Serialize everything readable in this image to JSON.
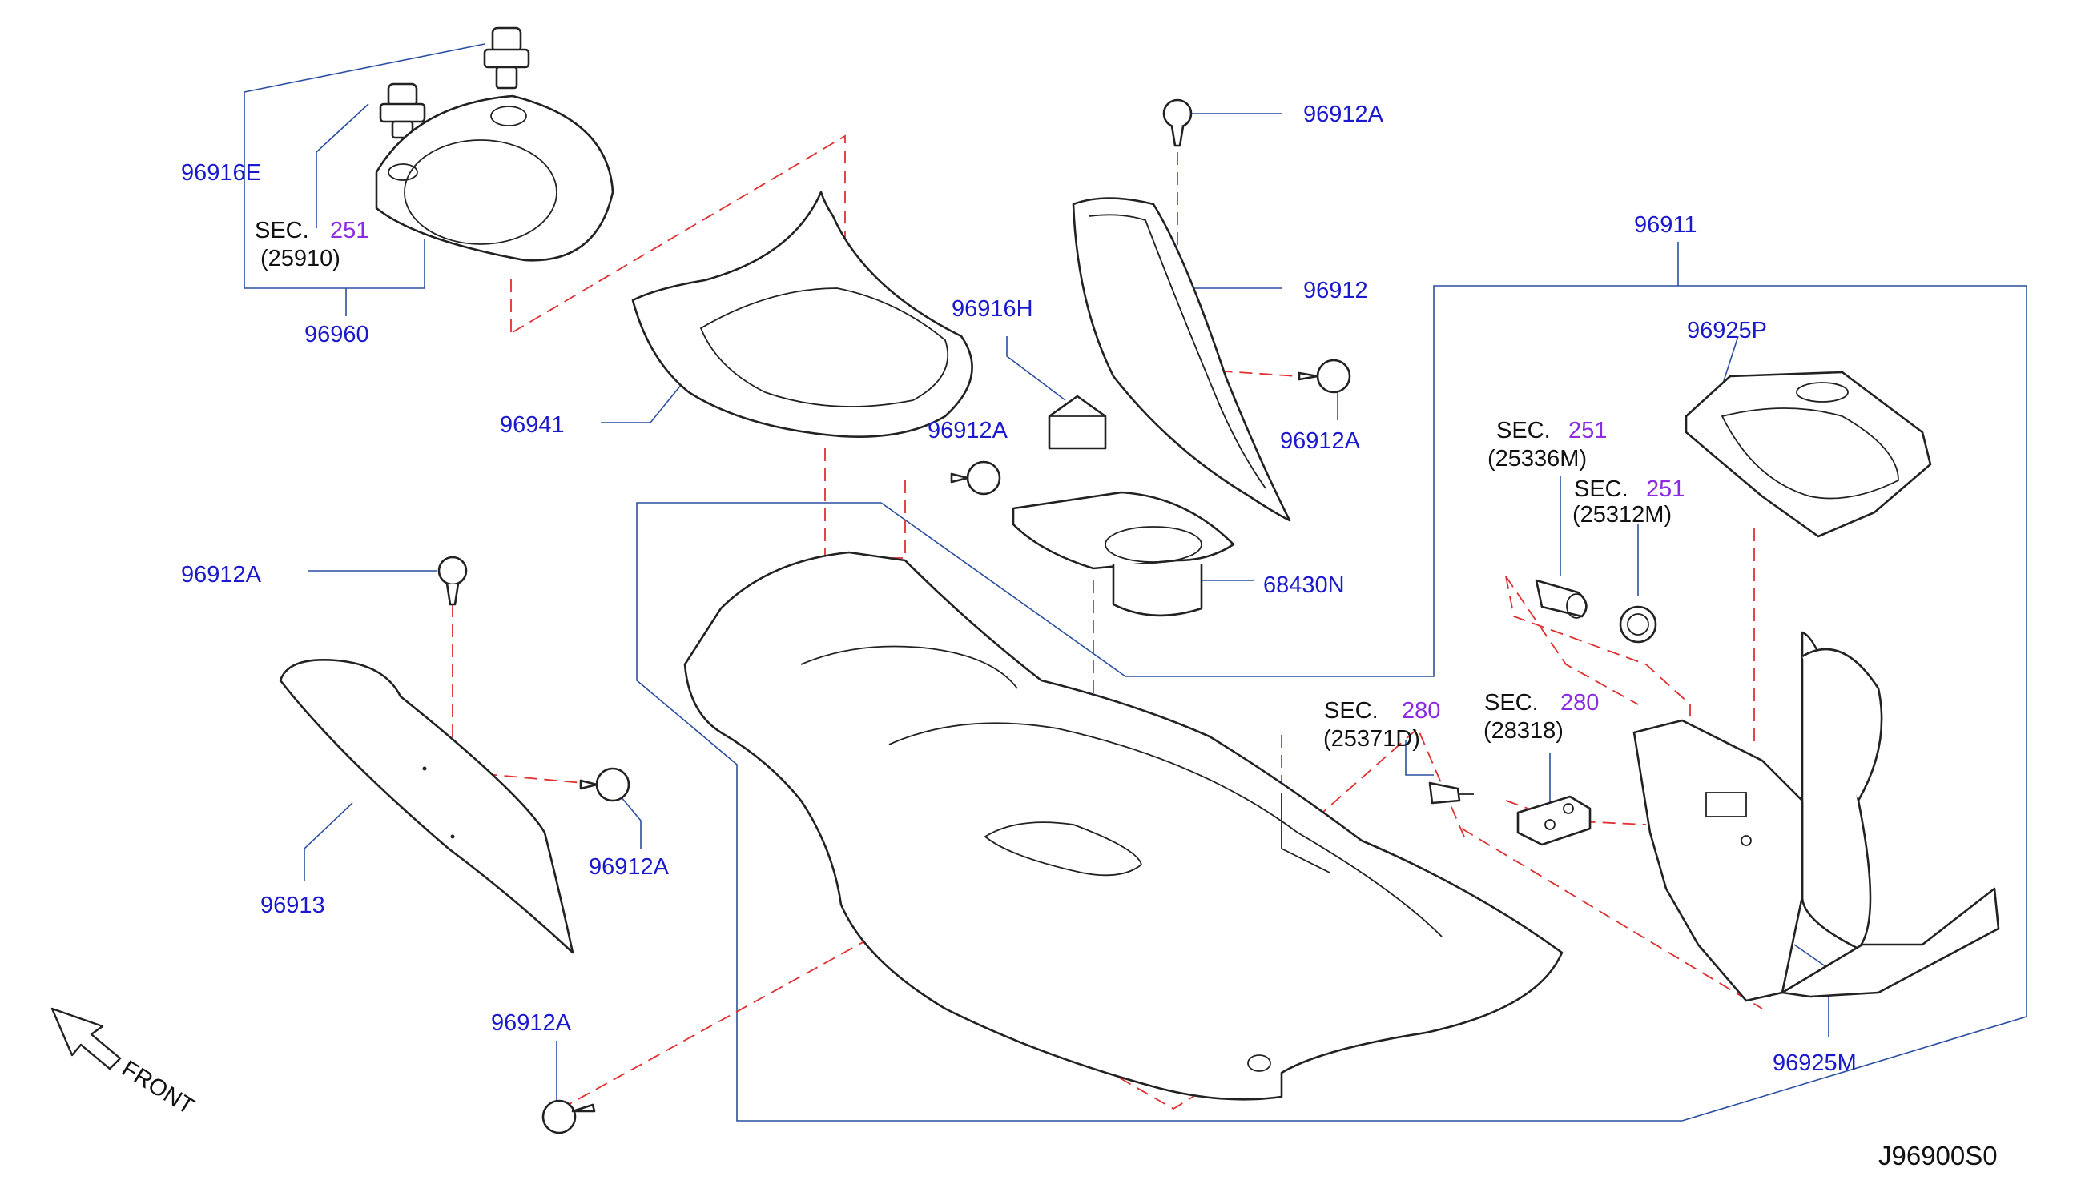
{
  "labels": {
    "l_96916e": "96916E",
    "l_sec_251_a_prefix": "SEC.",
    "l_sec_251_a_num": "251",
    "l_25910": "(25910)",
    "l_96960": "96960",
    "l_96941": "96941",
    "l_96912a_top": "96912A",
    "l_96912": "96912",
    "l_96912a_right": "96912A",
    "l_96916h": "96916H",
    "l_96912a_mid": "96912A",
    "l_68430n": "68430N",
    "l_96911": "96911",
    "l_96925p": "96925P",
    "l_sec_251_b_prefix": "SEC.",
    "l_sec_251_b_num": "251",
    "l_25336m": "(25336M)",
    "l_sec_251_c_prefix": "SEC.",
    "l_sec_251_c_num": "251",
    "l_25312m": "(25312M)",
    "l_96912a_left": "96912A",
    "l_sec_280_a_prefix": "SEC.",
    "l_sec_280_a_num": "280",
    "l_25371d": "(25371D)",
    "l_sec_280_b_prefix": "SEC.",
    "l_sec_280_b_num": "280",
    "l_28318": "(28318)",
    "l_96913": "96913",
    "l_96912a_low": "96912A",
    "l_96912a_bottom": "96912A",
    "l_96925m": "96925M",
    "l_front": "FRONT",
    "l_code": "J96900S0"
  },
  "colors": {
    "part_number": "#1a1acc",
    "section_ref": "#8a2be2",
    "leader_line": "#2b4fa0",
    "dashed_line": "#e03030",
    "outline": "#222222"
  }
}
